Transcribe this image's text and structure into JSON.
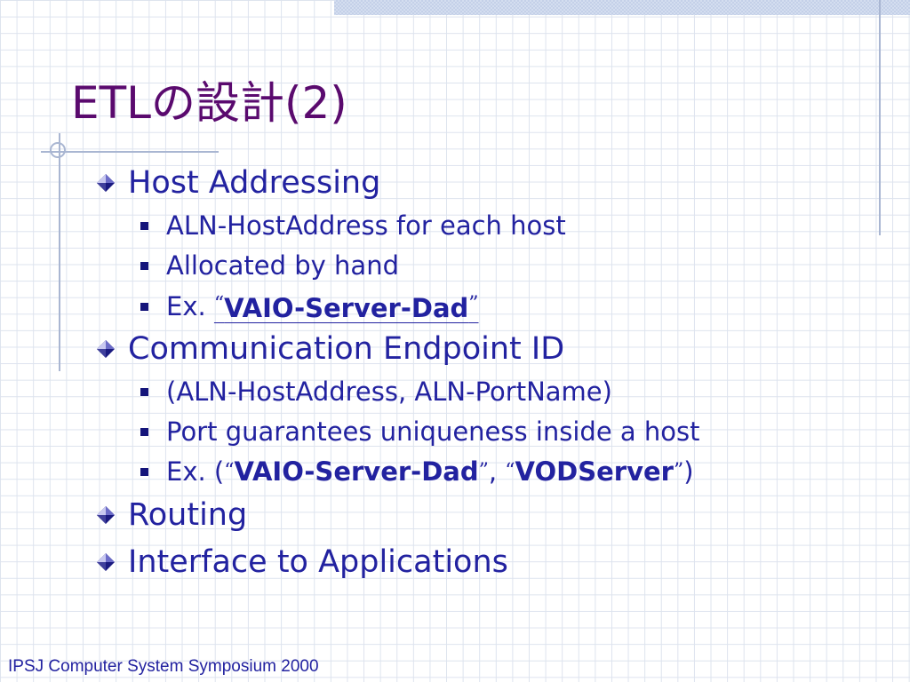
{
  "title": "ETLの設計(2)",
  "bullets": [
    {
      "text": "Host Addressing",
      "sub": [
        {
          "text": "ALN-HostAddress for each host"
        },
        {
          "text": "Allocated by hand"
        },
        {
          "prefix": "Ex. ",
          "q_open": "“",
          "bold": "VAIO-Server-Dad",
          "q_close": "”"
        }
      ]
    },
    {
      "text": "Communication Endpoint ID",
      "sub": [
        {
          "text": "(ALN-HostAddress, ALN-PortName)"
        },
        {
          "text": "Port guarantees uniqueness inside a host"
        },
        {
          "prefix": "Ex. (",
          "q1_open": "“",
          "bold1": "VAIO-Server-Dad",
          "q1_close": "”",
          "sep": ", ",
          "q2_open": "“",
          "bold2": "VODServer",
          "q2_close": "”",
          "suffix": ")"
        }
      ]
    },
    {
      "text": "Routing"
    },
    {
      "text": "Interface to Applications"
    }
  ],
  "footer": "IPSJ Computer System Symposium 2000",
  "colors": {
    "title": "#5a0a6e",
    "text": "#2222a0",
    "grid": "#dde3ee",
    "accent_lines": "#a9b6d2"
  },
  "icons": {
    "level1": "diamond-bullet-icon",
    "level2": "square-bullet-icon"
  }
}
